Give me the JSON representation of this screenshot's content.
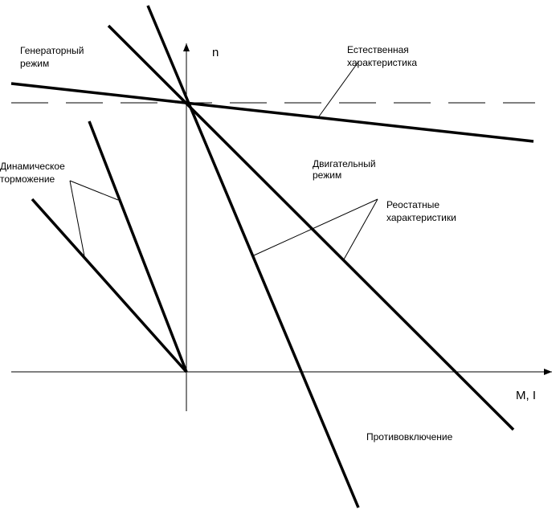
{
  "axes": {
    "y_label": "n",
    "x_label": "M, I"
  },
  "labels": {
    "generator_mode": [
      "Генераторный",
      "режим"
    ],
    "natural_characteristic": [
      "Естественная",
      "характеристика"
    ],
    "dynamic_braking": [
      "Динамическое",
      "торможение"
    ],
    "motor_mode": [
      "Двигательный",
      "режим"
    ],
    "rheostat_characteristics": [
      "Реостатные",
      "характеристики"
    ],
    "counter_current": "Противовключение"
  }
}
